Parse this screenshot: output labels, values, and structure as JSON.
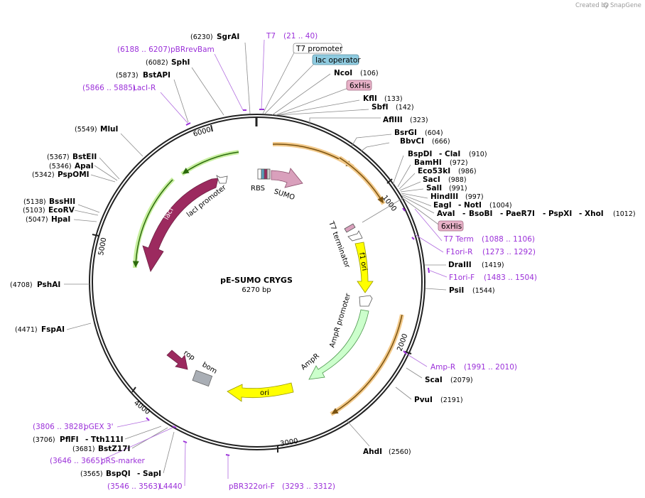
{
  "credit": {
    "prefix": "Created by",
    "brand": "SnapGene"
  },
  "plasmid": {
    "name": "pE-SUMO CRYGS",
    "size_label": "6270 bp",
    "length": 6270
  },
  "ticks": [
    "1000",
    "2000",
    "3000",
    "4000",
    "5000",
    "6000"
  ],
  "features": {
    "lacI": "lacI",
    "lacI_promoter": "lacI promoter",
    "RBS": "RBS",
    "SUMO": "SUMO",
    "T7_terminator": "T7 terminator",
    "f1_ori": "f1 ori",
    "AmpR_promoter": "AmpR promoter",
    "AmpR": "AmpR",
    "ori": "ori",
    "rop": "rop",
    "bom": "bom"
  },
  "labels": {
    "SgrAI": {
      "name": "SgrAI",
      "pos": "(6230)"
    },
    "T7": {
      "name": "T7",
      "pos": "(21 .. 40)"
    },
    "T7promoter": {
      "name": "T7 promoter"
    },
    "pBRrevBam": {
      "name": "pBRrevBam",
      "pos": "(6188 .. 6207)"
    },
    "lacoperator": {
      "name": "lac operator"
    },
    "SphI": {
      "name": "SphI",
      "pos": "(6082)"
    },
    "NcoI": {
      "name": "NcoI",
      "pos": "(106)"
    },
    "BstAPI": {
      "name": "BstAPI",
      "pos": "(5873)"
    },
    "sixHis1": {
      "name": "6xHis"
    },
    "LacIR": {
      "name": "LacI-R",
      "pos": "(5866 .. 5885)"
    },
    "KflI": {
      "name": "KflI",
      "pos": "(133)"
    },
    "SbfI": {
      "name": "SbfI",
      "pos": "(142)"
    },
    "AflIII": {
      "name": "AflIII",
      "pos": "(323)"
    },
    "MluI": {
      "name": "MluI",
      "pos": "(5549)"
    },
    "BsrGI": {
      "name": "BsrGI",
      "pos": "(604)"
    },
    "BbvCI": {
      "name": "BbvCI",
      "pos": "(666)"
    },
    "BspDI": {
      "name": "BspDI",
      "pos": ""
    },
    "ClaI": {
      "name": "ClaI",
      "pos": "(910)"
    },
    "BstEII": {
      "name": "BstEII",
      "pos": "(5367)"
    },
    "ApaI": {
      "name": "ApaI",
      "pos": "(5346)"
    },
    "BamHI": {
      "name": "BamHI",
      "pos": "(972)"
    },
    "PspOMI": {
      "name": "PspOMI",
      "pos": "(5342)"
    },
    "Eco53kI": {
      "name": "Eco53kI",
      "pos": "(986)"
    },
    "SacI": {
      "name": "SacI",
      "pos": "(988)"
    },
    "SalI": {
      "name": "SalI",
      "pos": "(991)"
    },
    "BssHII": {
      "name": "BssHII",
      "pos": "(5138)"
    },
    "HindIII": {
      "name": "HindIII",
      "pos": "(997)"
    },
    "EcoRV": {
      "name": "EcoRV",
      "pos": "(5103)"
    },
    "EagI": {
      "name": "EagI",
      "pos": ""
    },
    "NotI": {
      "name": "NotI",
      "pos": "(1004)"
    },
    "HpaI": {
      "name": "HpaI",
      "pos": "(5047)"
    },
    "AvaI": {
      "name": "AvaI"
    },
    "BsoBI": {
      "name": "BsoBI"
    },
    "PaeR7I": {
      "name": "PaeR7I"
    },
    "PspXI": {
      "name": "PspXI"
    },
    "XhoI": {
      "name": "XhoI",
      "pos": "(1012)"
    },
    "sixHis2": {
      "name": "6xHis"
    },
    "T7Term": {
      "name": "T7 Term",
      "pos": "(1088 .. 1106)"
    },
    "F1oriR": {
      "name": "F1ori-R",
      "pos": "(1273 .. 1292)"
    },
    "DraIII": {
      "name": "DraIII",
      "pos": "(1419)"
    },
    "F1oriF": {
      "name": "F1ori-F",
      "pos": "(1483 .. 1504)"
    },
    "PshAI": {
      "name": "PshAI",
      "pos": "(4708)"
    },
    "PsiI": {
      "name": "PsiI",
      "pos": "(1544)"
    },
    "FspAI": {
      "name": "FspAI",
      "pos": "(4471)"
    },
    "AmpRprimer": {
      "name": "Amp-R",
      "pos": "(1991 .. 2010)"
    },
    "ScaI": {
      "name": "ScaI",
      "pos": "(2079)"
    },
    "PvuI": {
      "name": "PvuI",
      "pos": "(2191)"
    },
    "pGEX3": {
      "name": "pGEX 3'",
      "pos": "(3806 .. 3828)"
    },
    "PflFI": {
      "name": "PflFI",
      "pos": "(3706)"
    },
    "Tth111I": {
      "name": "Tth111I"
    },
    "BstZ17I": {
      "name": "BstZ17I",
      "pos": "(3681)"
    },
    "pRSmarker": {
      "name": "pRS-marker",
      "pos": "(3646 .. 3665)"
    },
    "BspQI": {
      "name": "BspQI",
      "pos": "(3565)"
    },
    "SapI": {
      "name": "SapI"
    },
    "AhdI": {
      "name": "AhdI",
      "pos": "(2560)"
    },
    "L4440": {
      "name": "L4440",
      "pos": "(3546 .. 3563)"
    },
    "pBR322oriF": {
      "name": "pBR322ori-F",
      "pos": "(3293 .. 3312)"
    }
  },
  "colors": {
    "backbone": "#222222",
    "primer": "#9b30d9",
    "lacI": "#9c2a5f",
    "sumo": "#d9a0bc",
    "f1ori": "#ffff00",
    "ampr": "#ccffcc",
    "orf_highlight": "#f2c98a",
    "lacI_highlight": "#c7ef9f",
    "bom": "#a9aeb5",
    "lac_operator_box": "#8fcbe0",
    "his_box": "#e8b2c8"
  }
}
